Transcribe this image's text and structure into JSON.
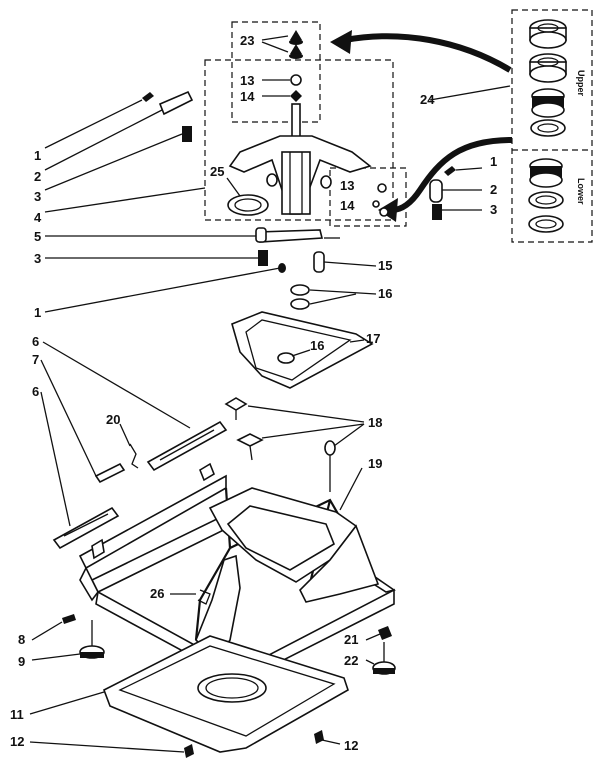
{
  "callouts": {
    "c1a": "1",
    "c2a": "2",
    "c3a": "3",
    "c4": "4",
    "c5": "5",
    "c3b": "3",
    "c1b": "1",
    "c6a": "6",
    "c7": "7",
    "c6b": "6",
    "c20": "20",
    "c23": "23",
    "c13a": "13",
    "c14a": "14",
    "c25": "25",
    "c13b": "13",
    "c14b": "14",
    "c1c": "1",
    "c2b": "2",
    "c3c": "3",
    "c24": "24",
    "c15": "15",
    "c16a": "16",
    "c16b": "16",
    "c17": "17",
    "c18": "18",
    "c19": "19",
    "c26": "26",
    "c8": "8",
    "c9": "9",
    "c11": "11",
    "c12a": "12",
    "c12b": "12",
    "c21": "21",
    "c22": "22"
  },
  "inset": {
    "upper_label": "Upper",
    "lower_label": "Lower"
  }
}
